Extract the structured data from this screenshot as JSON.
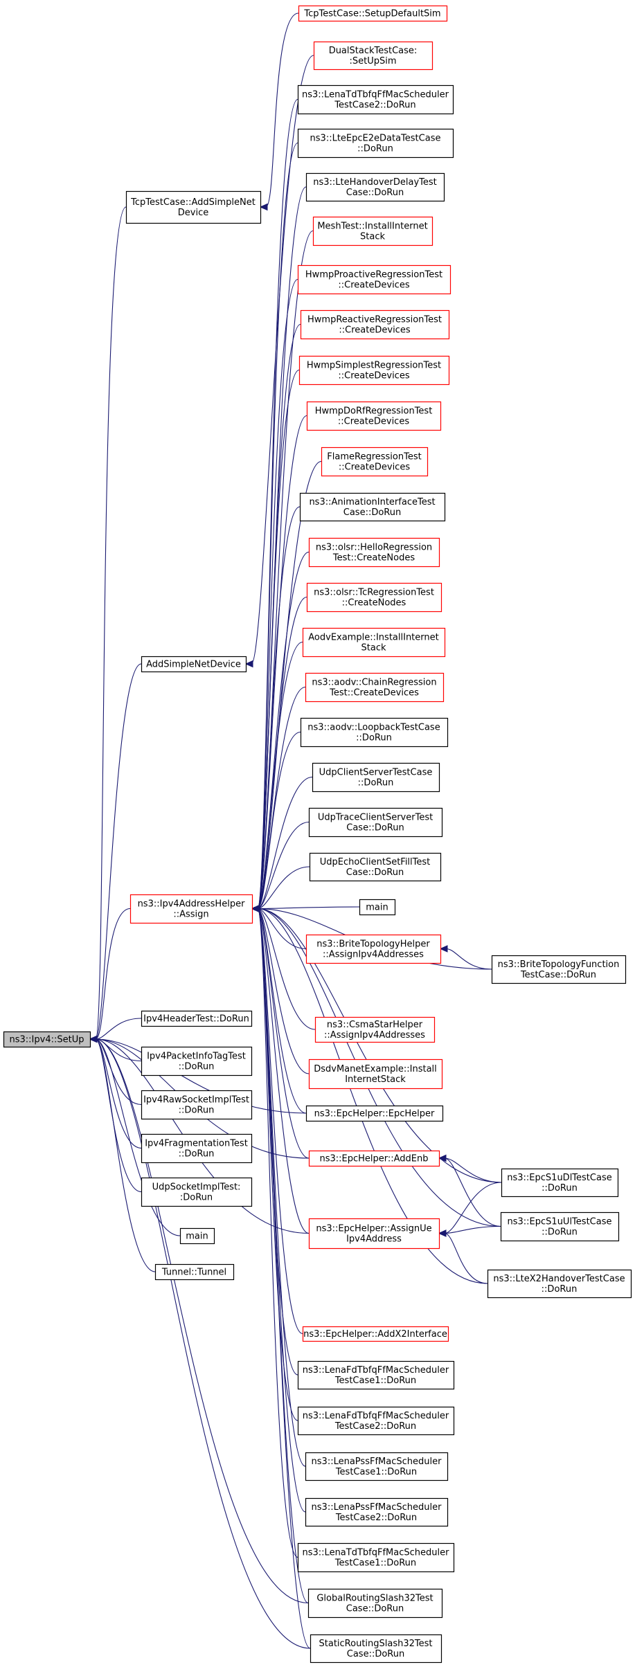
{
  "colors": {
    "edge": "#191970",
    "root_fill": "#bfbfbf",
    "red_border": "#ff0000",
    "black_border": "#000000"
  },
  "nodes": [
    {
      "id": "n0",
      "lines": [
        "ns3::Ipv4::SetUp"
      ],
      "style": "root"
    },
    {
      "id": "n1",
      "lines": [
        "TcpTestCase::AddSimpleNet",
        "Device"
      ],
      "style": "black"
    },
    {
      "id": "n2",
      "lines": [
        "AddSimpleNetDevice"
      ],
      "style": "black"
    },
    {
      "id": "n3",
      "lines": [
        "ns3::Ipv4AddressHelper",
        "::Assign"
      ],
      "style": "red"
    },
    {
      "id": "n4",
      "lines": [
        "Ipv4HeaderTest::DoRun"
      ],
      "style": "black"
    },
    {
      "id": "n5",
      "lines": [
        "Ipv4PacketInfoTagTest",
        "::DoRun"
      ],
      "style": "black"
    },
    {
      "id": "n6",
      "lines": [
        "Ipv4RawSocketImplTest",
        "::DoRun"
      ],
      "style": "black"
    },
    {
      "id": "n7",
      "lines": [
        "Ipv4FragmentationTest",
        "::DoRun"
      ],
      "style": "black"
    },
    {
      "id": "n8",
      "lines": [
        "UdpSocketImplTest:",
        ":DoRun"
      ],
      "style": "black"
    },
    {
      "id": "n9",
      "lines": [
        "main"
      ],
      "style": "black"
    },
    {
      "id": "n10",
      "lines": [
        "Tunnel::Tunnel"
      ],
      "style": "black"
    },
    {
      "id": "n11",
      "lines": [
        "TcpTestCase::SetupDefaultSim"
      ],
      "style": "red"
    },
    {
      "id": "n12",
      "lines": [
        "DualStackTestCase:",
        ":SetUpSim"
      ],
      "style": "red"
    },
    {
      "id": "n13",
      "lines": [
        "ns3::LenaTdTbfqFfMacScheduler",
        "TestCase2::DoRun"
      ],
      "style": "black"
    },
    {
      "id": "n14",
      "lines": [
        "ns3::LteEpcE2eDataTestCase",
        "::DoRun"
      ],
      "style": "black"
    },
    {
      "id": "n15",
      "lines": [
        "ns3::LteHandoverDelayTest",
        "Case::DoRun"
      ],
      "style": "black"
    },
    {
      "id": "n16",
      "lines": [
        "MeshTest::InstallInternet",
        "Stack"
      ],
      "style": "red"
    },
    {
      "id": "n17",
      "lines": [
        "HwmpProactiveRegressionTest",
        "::CreateDevices"
      ],
      "style": "red"
    },
    {
      "id": "n18",
      "lines": [
        "HwmpReactiveRegressionTest",
        "::CreateDevices"
      ],
      "style": "red"
    },
    {
      "id": "n19",
      "lines": [
        "HwmpSimplestRegressionTest",
        "::CreateDevices"
      ],
      "style": "red"
    },
    {
      "id": "n20",
      "lines": [
        "HwmpDoRfRegressionTest",
        "::CreateDevices"
      ],
      "style": "red"
    },
    {
      "id": "n21",
      "lines": [
        "FlameRegressionTest",
        "::CreateDevices"
      ],
      "style": "red"
    },
    {
      "id": "n22",
      "lines": [
        "ns3::AnimationInterfaceTest",
        "Case::DoRun"
      ],
      "style": "black"
    },
    {
      "id": "n23",
      "lines": [
        "ns3::olsr::HelloRegression",
        "Test::CreateNodes"
      ],
      "style": "red"
    },
    {
      "id": "n24",
      "lines": [
        "ns3::olsr::TcRegressionTest",
        "::CreateNodes"
      ],
      "style": "red"
    },
    {
      "id": "n25",
      "lines": [
        "AodvExample::InstallInternet",
        "Stack"
      ],
      "style": "red"
    },
    {
      "id": "n26",
      "lines": [
        "ns3::aodv::ChainRegression",
        "Test::CreateDevices"
      ],
      "style": "red"
    },
    {
      "id": "n27",
      "lines": [
        "ns3::aodv::LoopbackTestCase",
        "::DoRun"
      ],
      "style": "black"
    },
    {
      "id": "n28",
      "lines": [
        "UdpClientServerTestCase",
        "::DoRun"
      ],
      "style": "black"
    },
    {
      "id": "n29",
      "lines": [
        "UdpTraceClientServerTest",
        "Case::DoRun"
      ],
      "style": "black"
    },
    {
      "id": "n30",
      "lines": [
        "UdpEchoClientSetFillTest",
        "Case::DoRun"
      ],
      "style": "black"
    },
    {
      "id": "n31",
      "lines": [
        "main"
      ],
      "style": "black"
    },
    {
      "id": "n32",
      "lines": [
        "ns3::BriteTopologyHelper",
        "::AssignIpv4Addresses"
      ],
      "style": "red"
    },
    {
      "id": "n33",
      "lines": [
        "ns3::CsmaStarHelper",
        "::AssignIpv4Addresses"
      ],
      "style": "red"
    },
    {
      "id": "n34",
      "lines": [
        "DsdvManetExample::Install",
        "InternetStack"
      ],
      "style": "red"
    },
    {
      "id": "n35",
      "lines": [
        "ns3::EpcHelper::EpcHelper"
      ],
      "style": "black"
    },
    {
      "id": "n36",
      "lines": [
        "ns3::EpcHelper::AddEnb"
      ],
      "style": "red"
    },
    {
      "id": "n37",
      "lines": [
        "ns3::EpcHelper::AssignUe",
        "Ipv4Address"
      ],
      "style": "red"
    },
    {
      "id": "n38",
      "lines": [
        "ns3::EpcHelper::AddX2Interface"
      ],
      "style": "red"
    },
    {
      "id": "n39",
      "lines": [
        "ns3::LenaFdTbfqFfMacScheduler",
        "TestCase1::DoRun"
      ],
      "style": "black"
    },
    {
      "id": "n40",
      "lines": [
        "ns3::LenaFdTbfqFfMacScheduler",
        "TestCase2::DoRun"
      ],
      "style": "black"
    },
    {
      "id": "n41",
      "lines": [
        "ns3::LenaPssFfMacScheduler",
        "TestCase1::DoRun"
      ],
      "style": "black"
    },
    {
      "id": "n42",
      "lines": [
        "ns3::LenaPssFfMacScheduler",
        "TestCase2::DoRun"
      ],
      "style": "black"
    },
    {
      "id": "n43",
      "lines": [
        "ns3::LenaTdTbfqFfMacScheduler",
        "TestCase1::DoRun"
      ],
      "style": "black"
    },
    {
      "id": "n44",
      "lines": [
        "GlobalRoutingSlash32Test",
        "Case::DoRun"
      ],
      "style": "black"
    },
    {
      "id": "n45",
      "lines": [
        "StaticRoutingSlash32Test",
        "Case::DoRun"
      ],
      "style": "black"
    },
    {
      "id": "n46",
      "lines": [
        "ns3::BriteTopologyFunction",
        "TestCase::DoRun"
      ],
      "style": "black"
    },
    {
      "id": "n47",
      "lines": [
        "ns3::EpcS1uDlTestCase",
        "::DoRun"
      ],
      "style": "black"
    },
    {
      "id": "n48",
      "lines": [
        "ns3::EpcS1uUlTestCase",
        "::DoRun"
      ],
      "style": "black"
    },
    {
      "id": "n49",
      "lines": [
        "ns3::LteX2HandoverTestCase",
        "::DoRun"
      ],
      "style": "black"
    }
  ],
  "edges": [
    [
      "n1",
      "n0"
    ],
    [
      "n2",
      "n0"
    ],
    [
      "n3",
      "n0"
    ],
    [
      "n4",
      "n0"
    ],
    [
      "n5",
      "n0"
    ],
    [
      "n6",
      "n0"
    ],
    [
      "n7",
      "n0"
    ],
    [
      "n8",
      "n0"
    ],
    [
      "n9",
      "n0"
    ],
    [
      "n10",
      "n0"
    ],
    [
      "n11",
      "n1"
    ],
    [
      "n12",
      "n2"
    ],
    [
      "n13",
      "n3"
    ],
    [
      "n14",
      "n3"
    ],
    [
      "n15",
      "n3"
    ],
    [
      "n16",
      "n3"
    ],
    [
      "n17",
      "n3"
    ],
    [
      "n18",
      "n3"
    ],
    [
      "n19",
      "n3"
    ],
    [
      "n20",
      "n3"
    ],
    [
      "n21",
      "n3"
    ],
    [
      "n22",
      "n3"
    ],
    [
      "n23",
      "n3"
    ],
    [
      "n24",
      "n3"
    ],
    [
      "n25",
      "n3"
    ],
    [
      "n26",
      "n3"
    ],
    [
      "n27",
      "n3"
    ],
    [
      "n28",
      "n3"
    ],
    [
      "n29",
      "n3"
    ],
    [
      "n30",
      "n3"
    ],
    [
      "n31",
      "n3"
    ],
    [
      "n32",
      "n3"
    ],
    [
      "n33",
      "n3"
    ],
    [
      "n34",
      "n3"
    ],
    [
      "n35",
      "n3"
    ],
    [
      "n36",
      "n3"
    ],
    [
      "n37",
      "n3"
    ],
    [
      "n38",
      "n3"
    ],
    [
      "n39",
      "n3"
    ],
    [
      "n40",
      "n3"
    ],
    [
      "n41",
      "n3"
    ],
    [
      "n42",
      "n3"
    ],
    [
      "n43",
      "n3"
    ],
    [
      "n44",
      "n3"
    ],
    [
      "n45",
      "n3"
    ],
    [
      "n46",
      "n3"
    ],
    [
      "n47",
      "n3"
    ],
    [
      "n48",
      "n3"
    ],
    [
      "n49",
      "n3"
    ],
    [
      "n46",
      "n32"
    ],
    [
      "n47",
      "n36"
    ],
    [
      "n48",
      "n36"
    ],
    [
      "n47",
      "n37"
    ],
    [
      "n48",
      "n37"
    ],
    [
      "n49",
      "n37"
    ],
    [
      "n35",
      "n0"
    ],
    [
      "n36",
      "n0"
    ],
    [
      "n37",
      "n0"
    ],
    [
      "n44",
      "n0"
    ],
    [
      "n45",
      "n0"
    ]
  ]
}
